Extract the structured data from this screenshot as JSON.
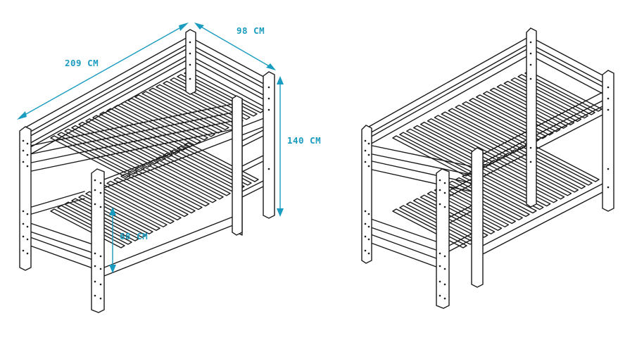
{
  "dimensions": {
    "length": "209 CM",
    "width": "98 CM",
    "height": "140 CM",
    "bunk_clearance": "68 CM"
  },
  "colors": {
    "dimension": "#1a9bc0",
    "line_art": "#1a1a1a",
    "background": "#ffffff"
  }
}
